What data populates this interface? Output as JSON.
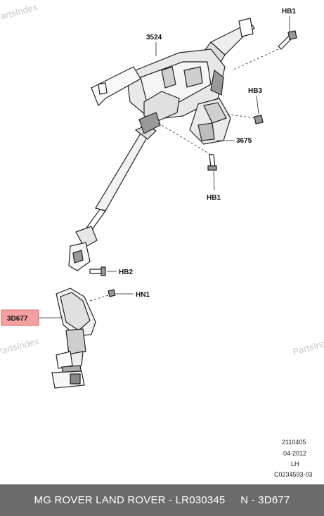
{
  "watermark": "PartsIndex",
  "callouts": {
    "hb1_top": "HB1",
    "part_3524": "3524",
    "hb3": "HB3",
    "part_3675": "3675",
    "hb1_bottom": "HB1",
    "hb2": "HB2",
    "hn1": "HN1",
    "part_3d677": "3D677"
  },
  "drawing_info": {
    "ref": "2110405",
    "date": "04-2012",
    "side": "LH",
    "code": "C0234593-03"
  },
  "footer": {
    "text": "MG ROVER LAND ROVER - LR030345     N - 3D677"
  },
  "colors": {
    "highlight_fill": "#f4a0a0",
    "highlight_border": "#d96a6a",
    "footer_bg": "#6b6b6b"
  }
}
